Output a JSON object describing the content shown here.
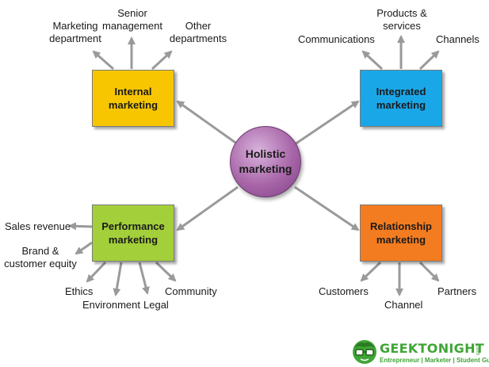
{
  "center": {
    "label": "Holistic\nmarketing",
    "color": "#a866a8"
  },
  "boxes": {
    "internal": {
      "label": "Internal\nmarketing",
      "color": "#f7c600"
    },
    "integrated": {
      "label": "Integrated\nmarketing",
      "color": "#1aa7e8"
    },
    "performance": {
      "label": "Performance\nmarketing",
      "color": "#a3cf3a"
    },
    "relationship": {
      "label": "Relationship\nmarketing",
      "color": "#f47c20"
    }
  },
  "labels": {
    "marketing_department": "Marketing\ndepartment",
    "senior_management": "Senior\nmanagement",
    "other_departments": "Other\ndepartments",
    "communications": "Communications",
    "products_services": "Products &\nservices",
    "channels": "Channels",
    "sales_revenue": "Sales revenue",
    "brand_customer_equity": "Brand &\ncustomer equity",
    "ethics": "Ethics",
    "environment": "Environment",
    "legal": "Legal",
    "community": "Community",
    "customers": "Customers",
    "channel": "Channel",
    "partners": "Partners"
  },
  "arrow_color": "#9a9a9a",
  "logo": {
    "name": "GEEKTONIGHT",
    "suffix": ".com",
    "tagline": "Entrepreneur | Marketer | Student Guide",
    "color": "#3fa535"
  }
}
